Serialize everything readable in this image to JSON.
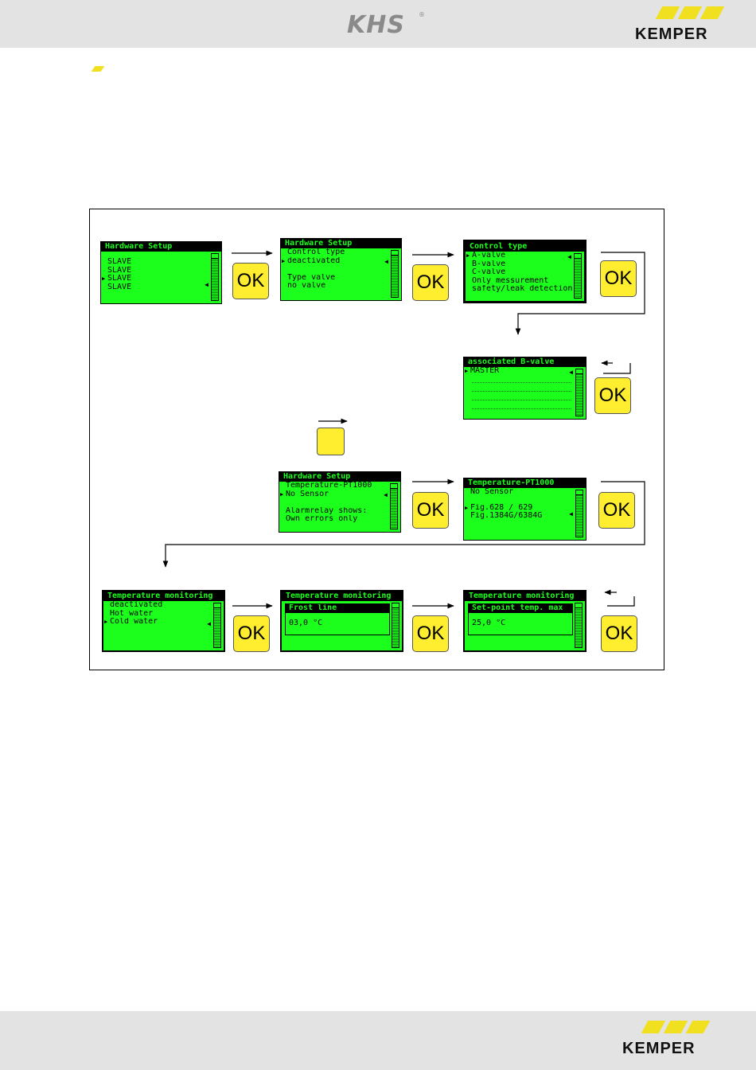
{
  "header": {
    "logo_text": "KHS",
    "logo_reg": "®",
    "brand": "KEMPER"
  },
  "footer": {
    "brand": "KEMPER"
  },
  "ok_label": "OK",
  "screens": {
    "s1": {
      "title": "Hardware Setup",
      "lines": [
        "SLAVE",
        "SLAVE",
        "SLAVE",
        "SLAVE"
      ]
    },
    "s2": {
      "title": "Hardware Setup",
      "lines": [
        "Control type",
        "deactivated",
        "",
        "Type valve",
        "no valve"
      ]
    },
    "s3": {
      "title": "Control type",
      "lines": [
        "A-valve",
        "B-valve",
        "C-valve",
        "Only messurement",
        "safety/leak detection"
      ]
    },
    "s4": {
      "title": "associated B-valve",
      "lines": [
        "MASTER"
      ]
    },
    "s5": {
      "title": "Hardware Setup",
      "lines": [
        "Temperature-PT1000",
        "No Sensor",
        "",
        "Alarmrelay shows:",
        "Own errors only"
      ]
    },
    "s6": {
      "title": "Temperature-PT1000",
      "lines": [
        "No Sensor",
        "",
        "Fig.628 / 629",
        "Fig.1384G/6384G"
      ]
    },
    "s7": {
      "title": "Temperature monitoring",
      "lines": [
        "deactivated",
        "Hot water",
        "Cold water"
      ]
    },
    "s8": {
      "title": "Temperature monitoring",
      "box_title": "Frost line",
      "value": "03,0 °C"
    },
    "s9": {
      "title": "Temperature monitoring",
      "box_title": "Set-point temp. max",
      "value": "25,0 °C"
    }
  }
}
